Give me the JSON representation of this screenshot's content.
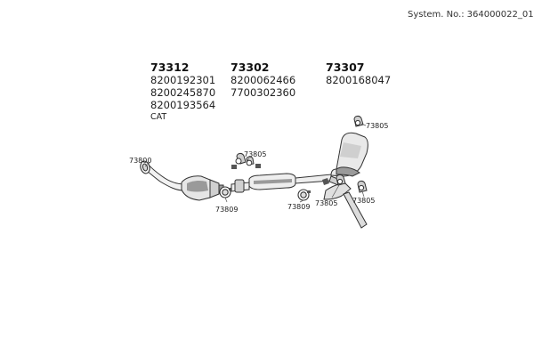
{
  "header": {
    "system_label": "System. No.:",
    "system_number": "364000022_01"
  },
  "part_groups": [
    {
      "code": "73312",
      "items": [
        "8200192301",
        "8200245870",
        "8200193564",
        "CAT"
      ]
    },
    {
      "code": "73302",
      "items": [
        "8200062466",
        "7700302360"
      ]
    },
    {
      "code": "73307",
      "items": [
        "8200168047"
      ]
    }
  ],
  "callouts": {
    "front_pipe_gasket": "73800",
    "clamp_left": "73809",
    "mount_center_upper": "73805",
    "clamp_center": "73809",
    "mount_rear_lower": "73805",
    "mount_rear_top": "73805",
    "mount_tailpipe": "73805"
  },
  "colors": {
    "part_stroke": "#333333",
    "part_shade": "#9a9a9a",
    "part_light": "#e6e6e6"
  }
}
